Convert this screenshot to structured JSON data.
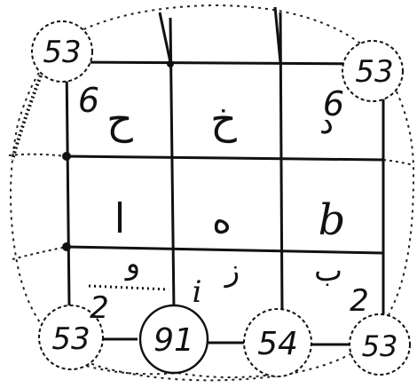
{
  "circles": {
    "top_left": "53",
    "top_right": "53",
    "bottom_1": "53",
    "bottom_2": "91",
    "bottom_3": "54",
    "bottom_4": "53"
  },
  "corner_marks": {
    "top_left": "6",
    "top_right": "6",
    "bottom_left": "2",
    "bottom_right": "2"
  },
  "cells": {
    "row1": [
      "ح",
      "خ",
      "د"
    ],
    "row2": [
      "ا",
      "ه",
      "b"
    ],
    "row3": [
      "و",
      "ز",
      "ب"
    ]
  },
  "small_mark": "i"
}
